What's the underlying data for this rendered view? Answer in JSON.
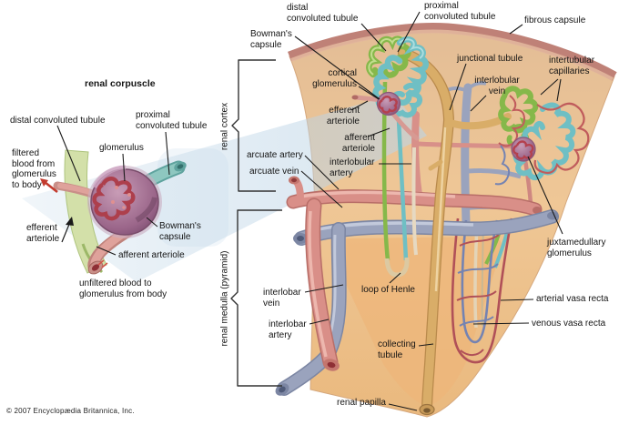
{
  "figure": {
    "copyright": "© 2007 Encyclopædia Britannica, Inc."
  },
  "labels": {
    "top_distal": "distal\nconvoluted tubule",
    "top_proximal": "proximal\nconvoluted tubule",
    "fibrous_capsule": "fibrous capsule",
    "bowmans_top": "Bowman's\ncapsule",
    "cortical_glomerulus": "cortical\nglomerulus",
    "junctional_tubule": "junctional tubule",
    "interlobular_vein": "interlobular\nvein",
    "intertubular_capillaries": "intertubular\ncapillaries",
    "renal_corpuscle": "renal corpuscle",
    "distal_left": "distal convoluted tubule",
    "proximal_left": "proximal\nconvoluted tubule",
    "glomerulus": "glomerulus",
    "filtered_blood": "filtered\nblood from\nglomerulus\nto body",
    "efferent_left": "efferent\narteriole",
    "bowmans_left": "Bowman's\ncapsule",
    "afferent_left": "afferent arteriole",
    "unfiltered_blood": "unfiltered blood to\nglomerulus from body",
    "renal_cortex": "renal cortex",
    "efferent_mid": "efferent\narteriole",
    "afferent_mid": "afferent\narteriole",
    "arcuate_artery": "arcuate artery",
    "arcuate_vein": "arcuate vein",
    "interlobular_artery": "interlobular\nartery",
    "renal_medulla": "renal medulla (pyramid)",
    "interlobar_vein": "interlobar\nvein",
    "interlobar_artery": "interlobar\nartery",
    "loop_of_henle": "loop of Henle",
    "collecting_tubule": "collecting\ntubule",
    "juxtamedullary_glomerulus": "juxtamedullary\nglomerulus",
    "arterial_vasa_recta": "arterial vasa recta",
    "venous_vasa_recta": "venous vasa recta",
    "renal_papilla": "renal papilla"
  },
  "colors": {
    "wedge_cortex": "#e6c29c",
    "wedge_medulla": "#eeba80",
    "fibrous_capsule_rim": "#c9897b",
    "artery_pink": "#d98f88",
    "vein_gray_blue": "#9aa3bd",
    "tubule_green": "#86b84a",
    "tubule_teal": "#6fbfc4",
    "collecting_tan": "#d9ad68",
    "glomerulus_purple": "#9e6b8b",
    "capillary_red": "#c05c5c",
    "beam_blue": "#bcd4e6",
    "leader_line": "#1a1a1a"
  }
}
